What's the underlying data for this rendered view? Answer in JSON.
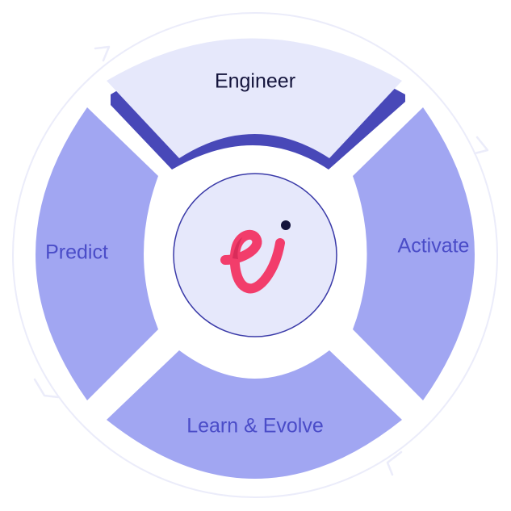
{
  "diagram": {
    "segments": [
      {
        "id": "engineer",
        "label": "Engineer",
        "fill": "#E6E8FB",
        "text_color": "#14143C",
        "depth_color": "#4848B8"
      },
      {
        "id": "activate",
        "label": "Activate",
        "fill": "#A1A6F2",
        "text_color": "#4A4CC8"
      },
      {
        "id": "learn-evolve",
        "label": "Learn & Evolve",
        "fill": "#A1A6F2",
        "text_color": "#4A4CC8"
      },
      {
        "id": "predict",
        "label": "Predict",
        "fill": "#A1A6F2",
        "text_color": "#4A4CC8"
      }
    ],
    "cycle_arrow_color": "#EBECFA",
    "center": {
      "logo": "ei-logo-icon",
      "fill": "#E6E8FB",
      "stroke": "#3A3AA8",
      "logo_color": "#F23D6B",
      "logo_shade": "#D92C5A",
      "dot_color": "#14143C"
    }
  }
}
